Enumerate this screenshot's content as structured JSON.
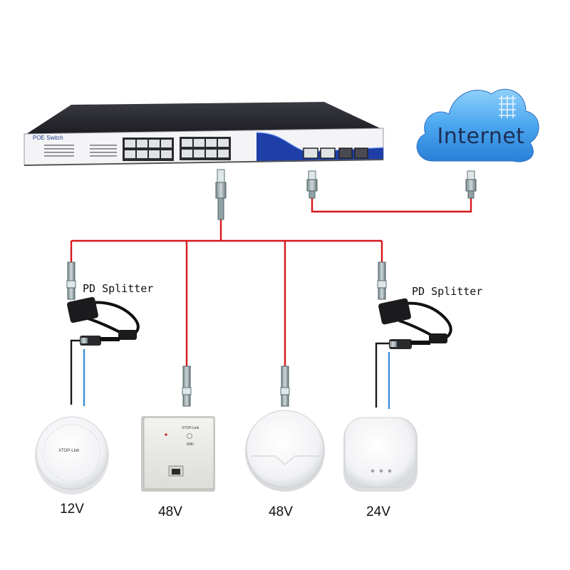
{
  "switch": {
    "label": "POE Switch"
  },
  "cloud": {
    "label": "Internet"
  },
  "splitters": [
    {
      "label": "PD Splitter"
    },
    {
      "label": "PD Splitter"
    }
  ],
  "devices": [
    {
      "voltage": "12V",
      "brand": "XTOP-Link"
    },
    {
      "voltage": "48V",
      "brand": "XTOP-Link",
      "wifi": "WiFi"
    },
    {
      "voltage": "48V"
    },
    {
      "voltage": "24V"
    }
  ],
  "colors": {
    "poe_cable": "#d8171b",
    "dc_cable": "#1a1a1a",
    "data_cable": "#3b8fd6",
    "cloud": "#3f9ae6",
    "switch_blue": "#1e3ea8"
  }
}
